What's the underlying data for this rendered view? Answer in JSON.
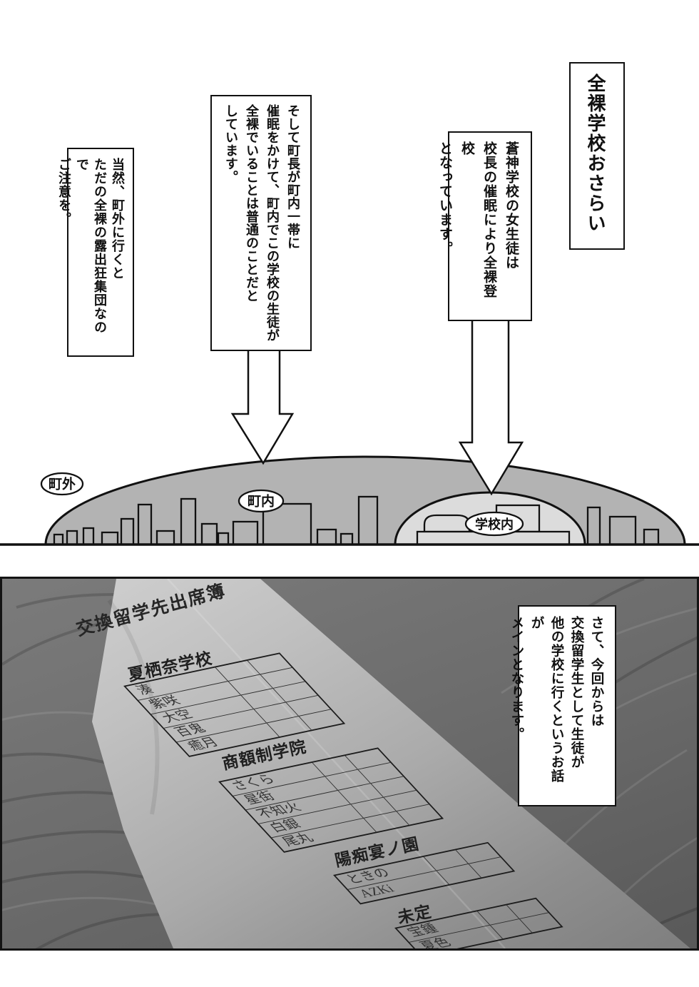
{
  "top_section": {
    "title_box": {
      "text": "全裸学校おさらい"
    },
    "school_box": {
      "text": "蒼神学校の女生徒は\n校長の催眠により全裸登校\nとなっています。"
    },
    "mayor_box": {
      "text": "そして町長が町内一帯に\n催眠をかけて、町内でこの学校の生徒が\n全裸でいることは普通のことだと\nしています。"
    },
    "caution_box": {
      "text": "当然、町外に行くと\nただの全裸の露出狂集団なので\nご注意を。"
    },
    "diagram": {
      "labels": {
        "outside": "町外",
        "inside": "町内",
        "school": "学校内"
      },
      "colors": {
        "town_fill": "#b3b3b3",
        "school_area_fill": "#dcdcdc",
        "outline": "#111111",
        "arrow_fill": "#ffffff"
      }
    }
  },
  "bottom_section": {
    "sheet_title": "交換留学先出席簿",
    "narration_box": {
      "text": "さて、今回からは\n交換留学生として生徒が\n他の学校に行くというお話が\nメインとなります。"
    },
    "tables": [
      {
        "school": "夏栖奈学校",
        "students": [
          "湊",
          "紫咲",
          "大空",
          "百鬼",
          "癒月"
        ]
      },
      {
        "school": "商額制学院",
        "students": [
          "さくら",
          "星街",
          "不知火",
          "白銀",
          "尾丸"
        ]
      },
      {
        "school": "陽痴宴ノ園",
        "students": [
          "ときの",
          "AZKi"
        ]
      },
      {
        "school": "未定",
        "students": [
          "宝鍾",
          "夏色"
        ]
      }
    ],
    "colors": {
      "wood": "#6d6d6d",
      "paper": "#b5b5b5"
    }
  }
}
